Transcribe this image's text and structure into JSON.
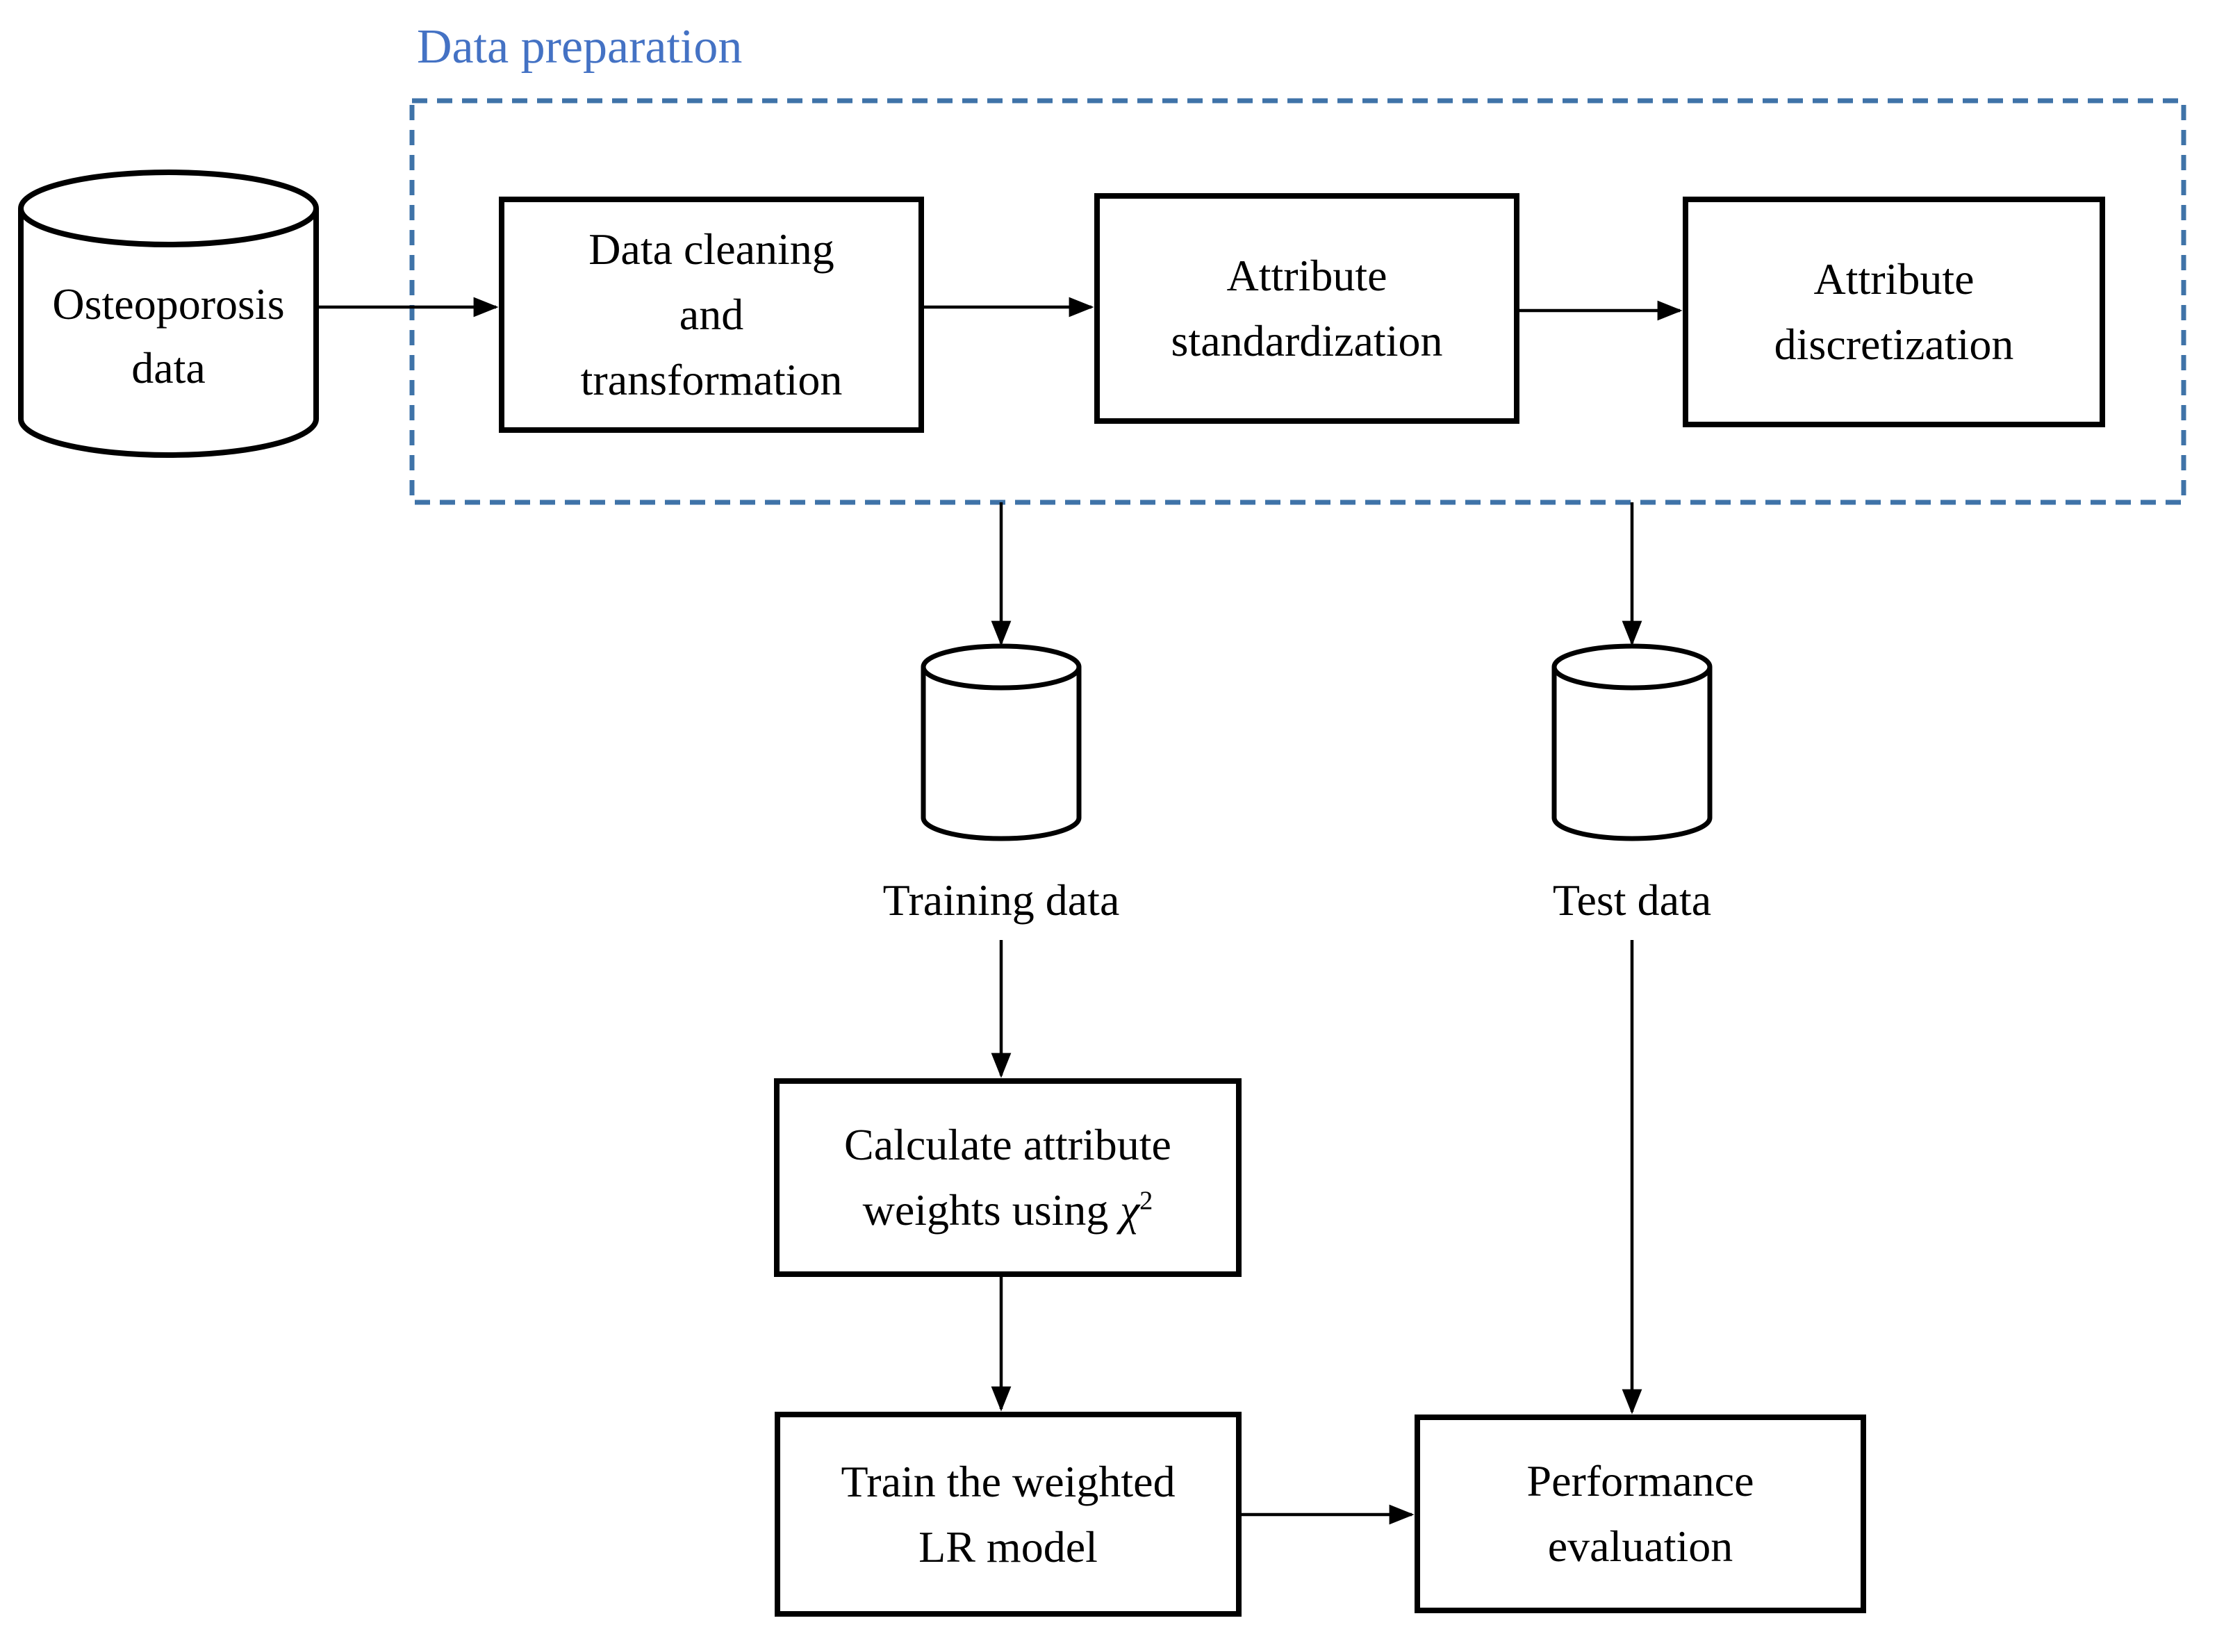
{
  "figure": {
    "type": "flowchart",
    "background": "#ffffff"
  },
  "colors": {
    "shape_stroke": "#000000",
    "text": "#000000",
    "group_label_blue": "#4472C4",
    "dashed_border_blue": "#3F73A8"
  },
  "data_preparation_group": {
    "label": "Data preparation"
  },
  "nodes": {
    "osteoporosis_data": {
      "shape": "database-cylinder",
      "line1": "Osteoporosis",
      "line2": "data"
    },
    "data_cleaning": {
      "shape": "process-box",
      "line1": "Data cleaning",
      "line2": "and",
      "line3": "transformation"
    },
    "attribute_standardization": {
      "shape": "process-box",
      "line1": "Attribute",
      "line2": "standardization"
    },
    "attribute_discretization": {
      "shape": "process-box",
      "line1": "Attribute",
      "line2": "discretization"
    },
    "training_data": {
      "shape": "database-cylinder",
      "label": "Training data"
    },
    "test_data": {
      "shape": "database-cylinder",
      "label": "Test data"
    },
    "calculate_weights": {
      "shape": "process-box",
      "line1": "Calculate attribute",
      "line2_prefix": "weights using",
      "chi_symbol": "χ",
      "chi_exponent": "2"
    },
    "train_lr": {
      "shape": "process-box",
      "line1": "Train the weighted",
      "line2": "LR model"
    },
    "performance_evaluation": {
      "shape": "process-box",
      "line1": "Performance",
      "line2": "evaluation"
    }
  },
  "edges": [
    {
      "from": "osteoporosis_data",
      "to": "data_cleaning"
    },
    {
      "from": "data_cleaning",
      "to": "attribute_standardization"
    },
    {
      "from": "attribute_standardization",
      "to": "attribute_discretization"
    },
    {
      "from": "data_preparation_group",
      "to": "training_data"
    },
    {
      "from": "data_preparation_group",
      "to": "test_data"
    },
    {
      "from": "training_data",
      "to": "calculate_weights"
    },
    {
      "from": "calculate_weights",
      "to": "train_lr"
    },
    {
      "from": "train_lr",
      "to": "performance_evaluation"
    },
    {
      "from": "test_data",
      "to": "performance_evaluation"
    }
  ]
}
